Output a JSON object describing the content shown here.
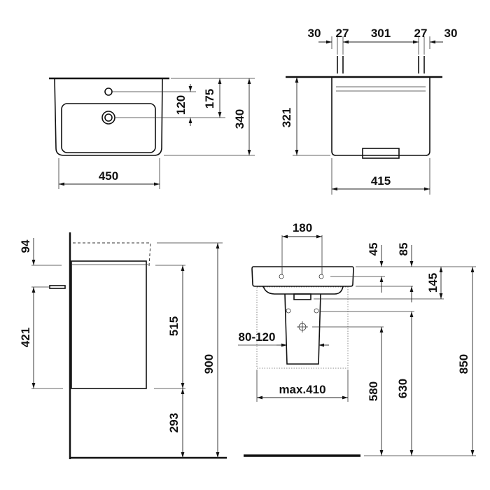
{
  "top_view": {
    "width": "450",
    "depth": "340",
    "tap_to_drain": "120",
    "rim_to_drain": "175"
  },
  "back_view": {
    "width": "415",
    "height": "321",
    "dims": [
      "30",
      "27",
      "301",
      "27",
      "30"
    ]
  },
  "side_view": {
    "overflow": "94",
    "anchor_to_bottom": "421",
    "cabinet_height": "515",
    "floor_clearance": "293",
    "total_height": "900"
  },
  "front_view": {
    "hole_spacing": "180",
    "rim_to_hole": "45",
    "rim_depth": "85",
    "basin_depth": "145",
    "rim_height": "850",
    "pedestal_top": "630",
    "waste_height": "580",
    "pedestal_width": "80-120",
    "max_width": "max.410"
  }
}
